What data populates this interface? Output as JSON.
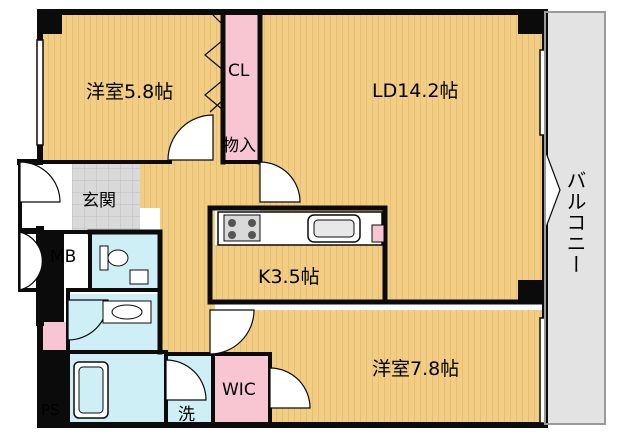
{
  "rooms": {
    "western_1": "洋室5.8帖",
    "ld": "LD14.2帖",
    "kitchen": "K3.5帖",
    "western_2": "洋室7.8帖",
    "closet": "CL",
    "storage": "物入",
    "entrance": "玄関",
    "mb": "MB",
    "wic": "WIC",
    "laundry": "洗",
    "ps": "PS",
    "balcony": "バルコニー"
  },
  "colors": {
    "wood_floor": "#F2CE85",
    "wood_line": "#E2B465",
    "wall": "#0B0B0B",
    "wet_area": "#CFEFF7",
    "closet_pink": "#F7C6D2",
    "tile_grey": "#D9D9D9",
    "balcony_grey": "#E3E3E3",
    "fixture_white": "#FFFFFF"
  },
  "icons": [
    "door-swing-icon",
    "toilet-icon",
    "washbasin-icon",
    "bathtub-icon",
    "stove-icon",
    "sink-icon",
    "refrigerator-icon"
  ]
}
